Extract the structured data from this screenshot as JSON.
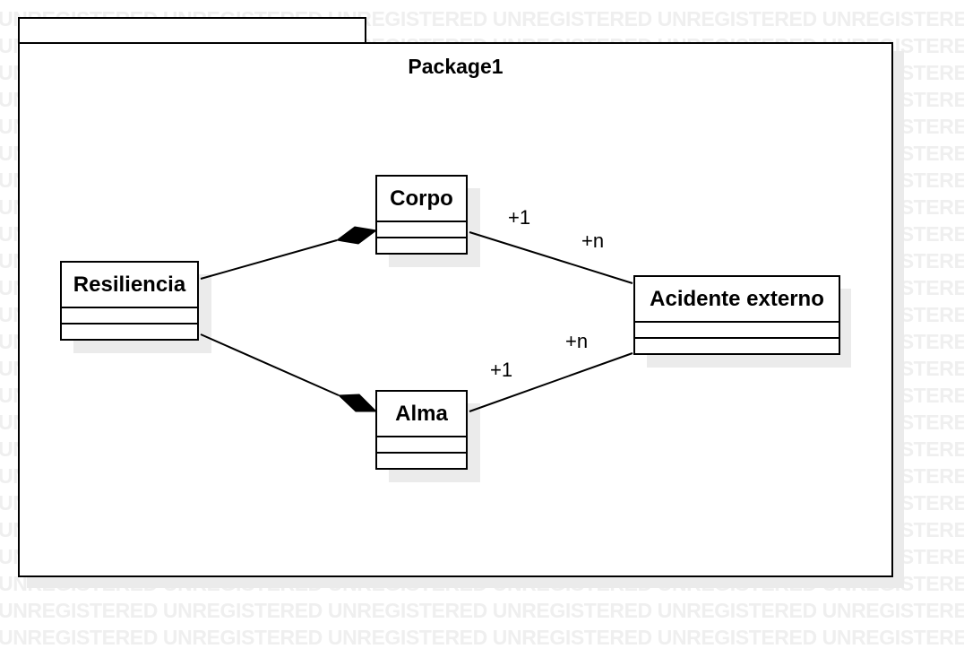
{
  "watermark": {
    "text": "UNREGISTERED",
    "color": "#efefef"
  },
  "package": {
    "title": "Package1"
  },
  "classes": {
    "resiliencia": {
      "name": "Resiliencia"
    },
    "corpo": {
      "name": "Corpo"
    },
    "alma": {
      "name": "Alma"
    },
    "acidente": {
      "name": "Acidente externo"
    }
  },
  "associations": {
    "corpo_acidente": {
      "source_multiplicity": "+1",
      "target_multiplicity": "+n"
    },
    "alma_acidente": {
      "source_multiplicity": "+1",
      "target_multiplicity": "+n"
    }
  },
  "compositions": [
    {
      "whole": "Corpo",
      "part": "Resiliencia"
    },
    {
      "whole": "Alma",
      "part": "Resiliencia"
    }
  ]
}
